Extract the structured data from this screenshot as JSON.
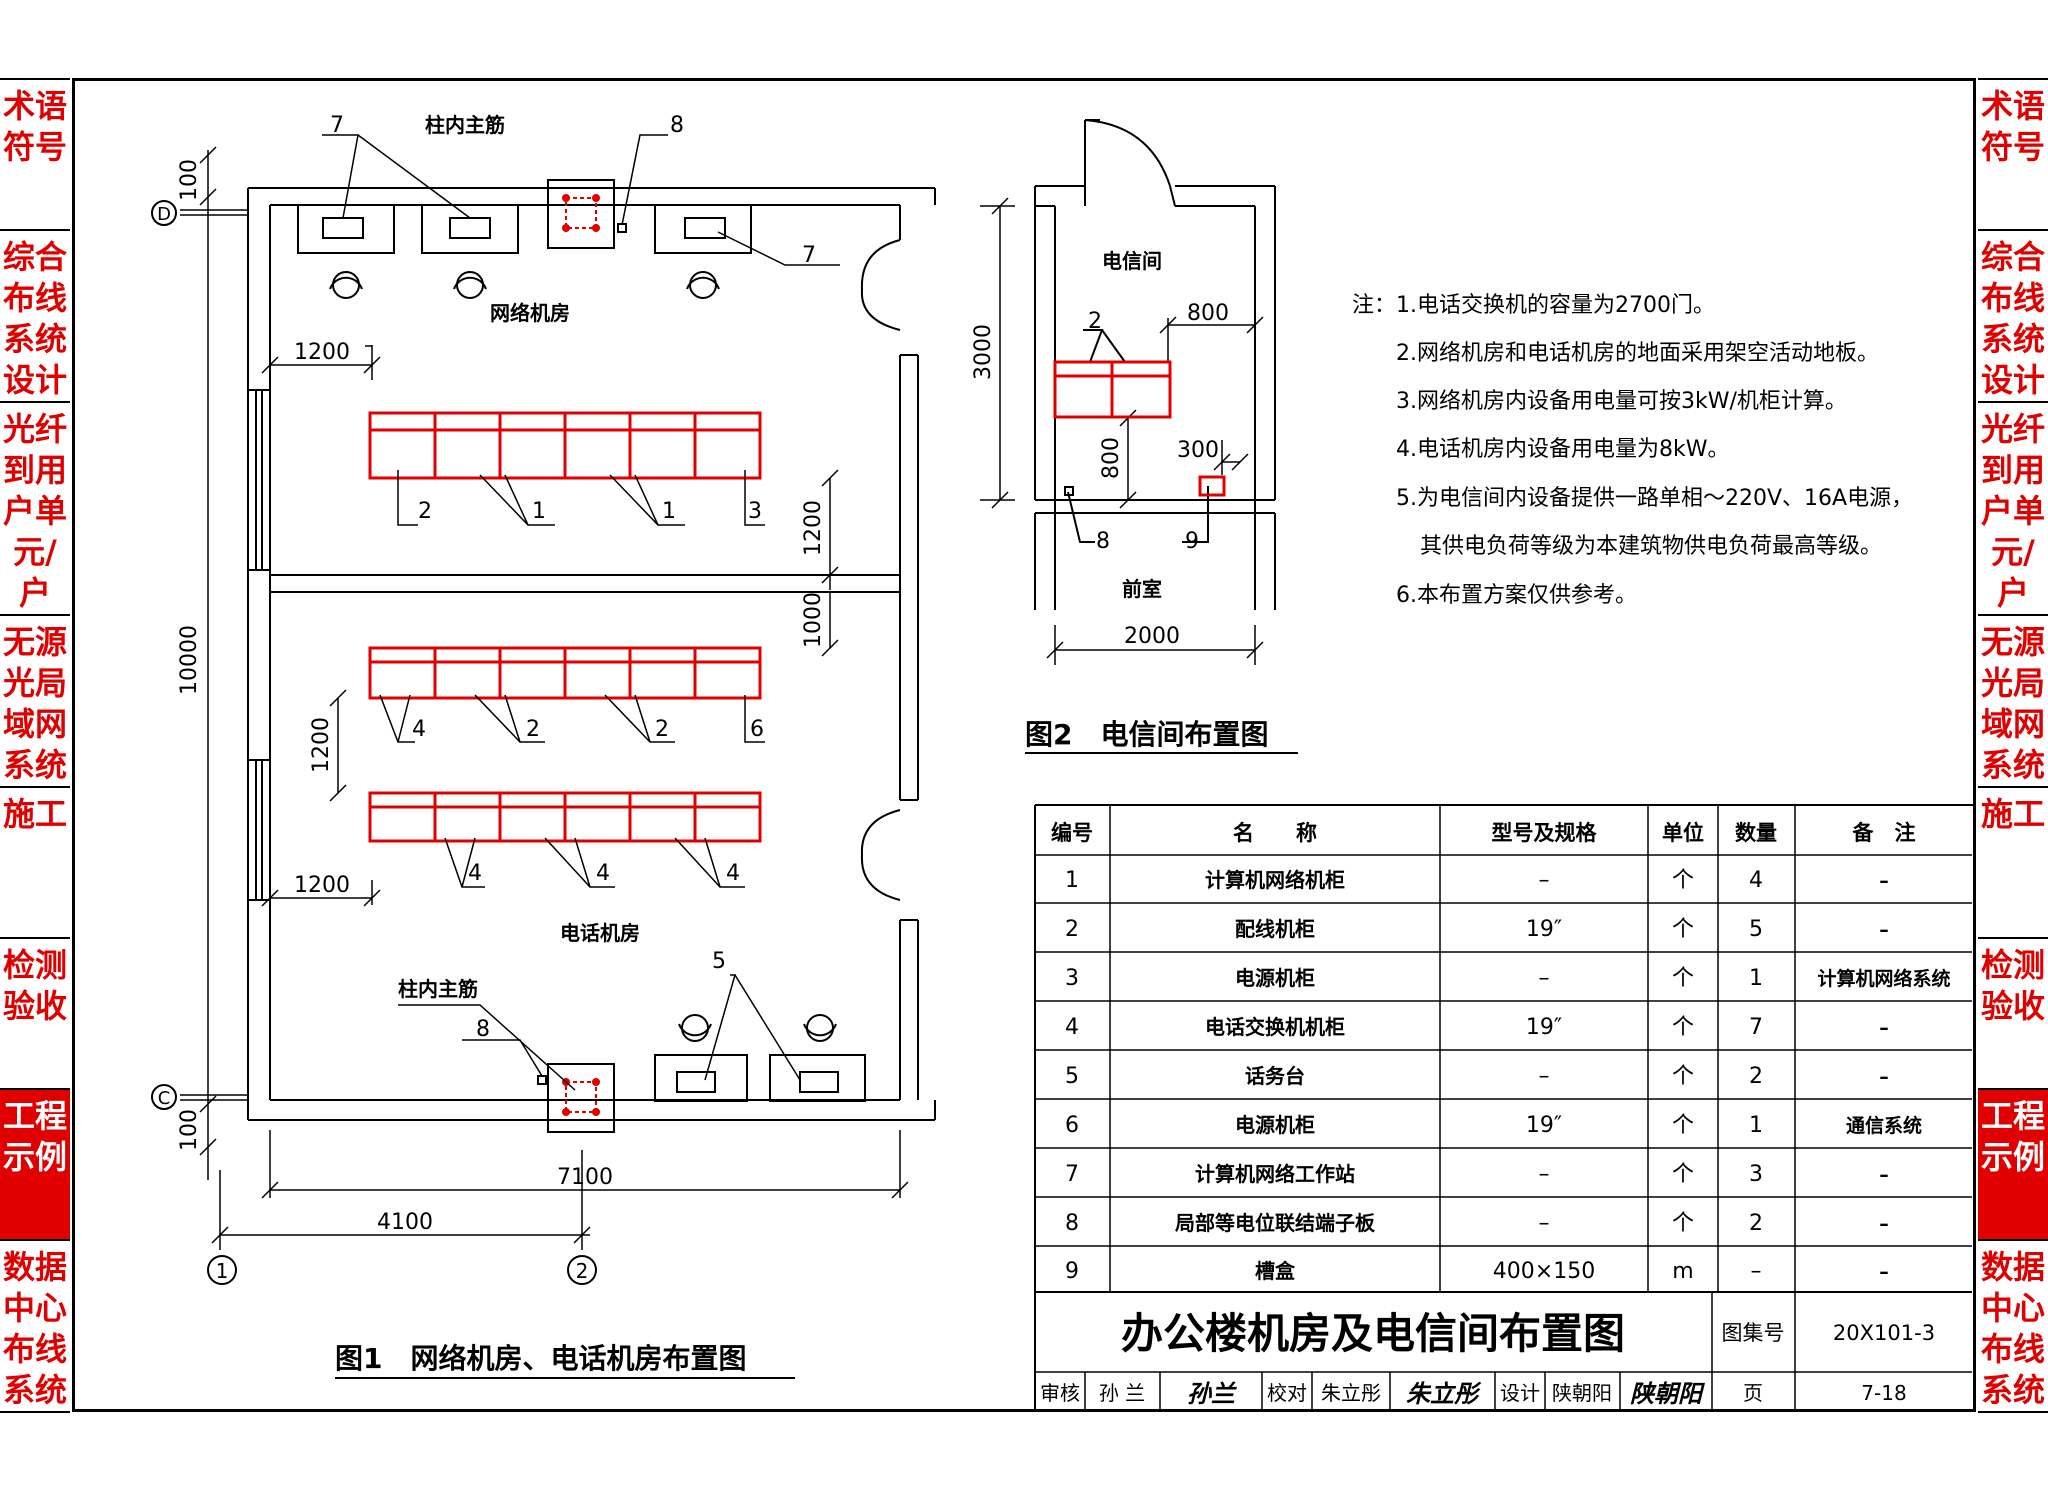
{
  "sidebar": {
    "tabs": [
      {
        "label": "术语符号",
        "active": false
      },
      {
        "label": "综合布线系统设计",
        "active": false
      },
      {
        "label": "光纤到用户单元/户",
        "active": false
      },
      {
        "label": "无源光局域网系统",
        "active": false
      },
      {
        "label": "施工",
        "active": false
      },
      {
        "label": "检测验收",
        "active": false
      },
      {
        "label": "工程示例",
        "active": true
      },
      {
        "label": "数据中心布线系统",
        "active": false
      }
    ]
  },
  "fig1": {
    "caption": "图1　网络机房、电话机房布置图",
    "room_network": "网络机房",
    "room_phone": "电话机房",
    "column_rebar_label": "柱内主筋",
    "axis_d": "D",
    "axis_c": "C",
    "axis_1": "1",
    "axis_2": "2",
    "dims": {
      "d100_top": "100",
      "d10000": "10000",
      "d100_bottom": "100",
      "d1200_a": "1200",
      "d1200_b": "1200",
      "d1000": "1000",
      "d1200_c": "1200",
      "d1200_d": "1200",
      "d7100": "7100",
      "d4100": "4100"
    },
    "tags": {
      "t7a": "7",
      "t8a": "8",
      "t7b": "7",
      "r1_2": "2",
      "r1_1a": "1",
      "r1_1b": "1",
      "r1_3": "3",
      "r2_4": "4",
      "r2_2a": "2",
      "r2_2b": "2",
      "r2_6": "6",
      "r3_4a": "4",
      "r3_4b": "4",
      "r3_4c": "4",
      "t5": "5",
      "t8b": "8"
    }
  },
  "fig2": {
    "caption": "图2　电信间布置图",
    "room_telecom": "电信间",
    "room_front": "前室",
    "dims": {
      "d3000": "3000",
      "d800_a": "800",
      "d800_b": "800",
      "d300": "300",
      "d2000": "2000"
    },
    "tags": {
      "t2": "2",
      "t8": "8",
      "t9": "9"
    }
  },
  "notes": {
    "prefix": "注：",
    "items": [
      "1.电话交换机的容量为2700门。",
      "2.网络机房和电话机房的地面采用架空活动地板。",
      "3.网络机房内设备用电量可按3kW/机柜计算。",
      "4.电话机房内设备用电量为8kW。",
      "5.为电信间内设备提供一路单相～220V、16A电源，",
      "其供电负荷等级为本建筑物供电负荷最高等级。",
      "6.本布置方案仅供参考。"
    ]
  },
  "table": {
    "headers": [
      "编号",
      "名　　称",
      "型号及规格",
      "单位",
      "数量",
      "备　注"
    ],
    "rows": [
      [
        "1",
        "计算机网络机柜",
        "–",
        "个",
        "4",
        "–"
      ],
      [
        "2",
        "配线机柜",
        "19″",
        "个",
        "5",
        "–"
      ],
      [
        "3",
        "电源机柜",
        "–",
        "个",
        "1",
        "计算机网络系统"
      ],
      [
        "4",
        "电话交换机机柜",
        "19″",
        "个",
        "7",
        "–"
      ],
      [
        "5",
        "话务台",
        "–",
        "个",
        "2",
        "–"
      ],
      [
        "6",
        "电源机柜",
        "19″",
        "个",
        "1",
        "通信系统"
      ],
      [
        "7",
        "计算机网络工作站",
        "–",
        "个",
        "3",
        "–"
      ],
      [
        "8",
        "局部等电位联结端子板",
        "–",
        "个",
        "2",
        "–"
      ],
      [
        "9",
        "槽盒",
        "400×150",
        "m",
        "–",
        "–"
      ]
    ]
  },
  "title_block": {
    "title": "办公楼机房及电信间布置图",
    "atlas_label": "图集号",
    "atlas_no": "20X101-3",
    "review_label": "审核",
    "reviewer": "孙 兰",
    "reviewer_sig": "孙兰",
    "check_label": "校对",
    "checker": "朱立彤",
    "checker_sig": "朱立彤",
    "design_label": "设计",
    "designer": "陕朝阳",
    "designer_sig": "陕朝阳",
    "page_label": "页",
    "page_no": "7-18"
  },
  "colors": {
    "cabinet": "#e00000",
    "line": "#000000",
    "active_tab": "#e00000"
  }
}
